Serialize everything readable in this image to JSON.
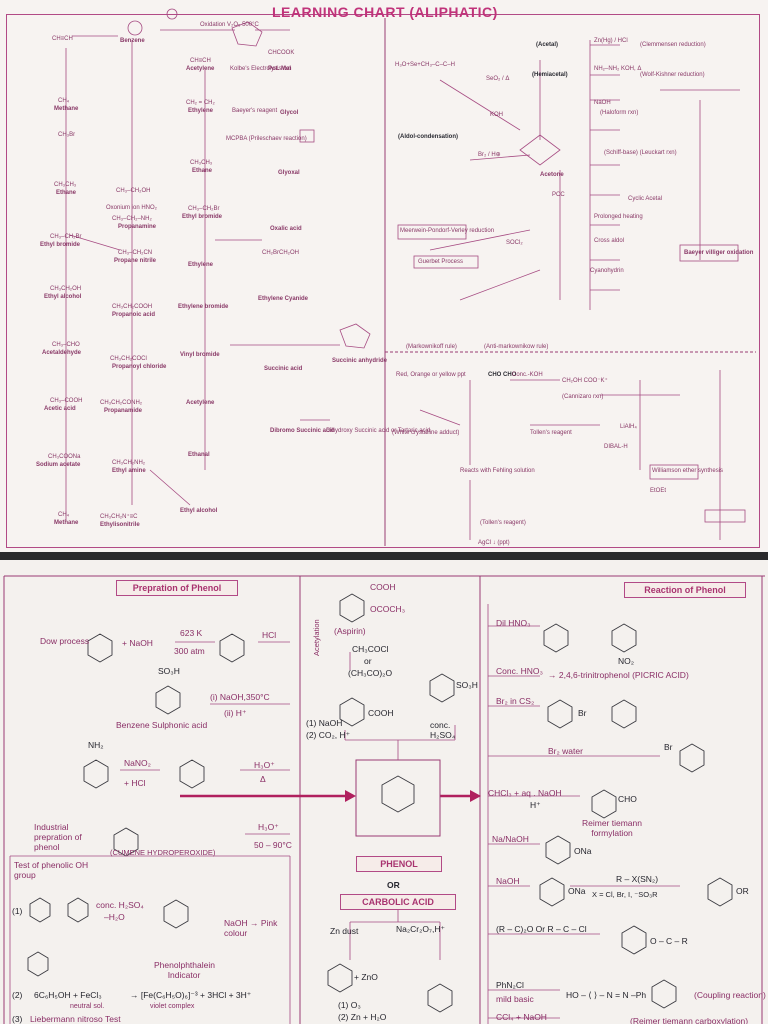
{
  "chart1": {
    "title": "LEARNING CHART (ALIPHATIC)",
    "left_col": [
      "CH≡CH",
      "CH₄",
      "Methane",
      "CH₃Br",
      "CH₃CH₃",
      "Ethane",
      "CH₃–CH₂Br",
      "Ethyl bromide",
      "CH₃CH₂OH",
      "Ethyl alcohol",
      "CH₃–CHO",
      "Acetaldehyde",
      "CH₃–COOH",
      "Acetic acid",
      "CH₃COONa",
      "Sodium acetate",
      "CH₄",
      "Methane"
    ],
    "col2": [
      "Benzene",
      "CH₃–CH₂OH",
      "Oxonium ion HNO₂",
      "CH₃–CH₂–NH₂",
      "Propanamine",
      "CH₃–CH₂CN",
      "Propane nitrile",
      "CH₃CH₂COOH",
      "Propanoic acid",
      "CH₃CH₂COCl",
      "Propanoyl chloride",
      "CH₃CH₂CONH₂",
      "Propanamide",
      "CH₃CH₂NH₂",
      "Ethyl amine",
      "CH₃CH₂N⁺≡C",
      "Ethylisonitrile"
    ],
    "col3": [
      "Oxidation V₂O₅ 500°C",
      "CH≡CH",
      "Acetylene",
      "Kolbe's Electrolysis rxn",
      "CHCOOK",
      "Pot. Mal",
      "CH₂ = CH₂",
      "Ethylene",
      "Baeyer's reagent",
      "Glycol",
      "MCPBA (Prileschaev reaction)",
      "Glyoxal",
      "Oxalic acid",
      "CH₃CH₃",
      "Ethane",
      "CH₃–CH₂Br",
      "Ethyl bromide",
      "Ethylene",
      "Ethylene bromide",
      "CH₂BrCH₂OH",
      "Ethylene Cyanide",
      "Vinyl bromide",
      "Acetylene",
      "Succinic acid",
      "Succinic anhydride",
      "Dibromo Succinic acid",
      "Dihydroxy Succinic acid or Tartaric acid",
      "Ethanal",
      "Ethyl alcohol"
    ],
    "right_top": [
      "H₃O+Se+CH₃–C–C–H",
      "SeO₂ / Δ",
      "(Acetal)",
      "(Hemiacetal)",
      "(Aldol-condensation)",
      "KOH",
      "Br₂ / H⊕",
      "Acetone",
      "PCC",
      "Meerwein-Pondorf-Verley reduction",
      "Guerbet Process",
      "SOCl₂",
      "Zn(Hg) / HCl",
      "(Clemmensen reduction)",
      "NH₂–NH₂ KOH, Δ",
      "(Wolf-Kishner reduction)",
      "NaOH",
      "(Haloform rxn)",
      "(Schiff-base) (Leuckart rxn)",
      "Cyclic Acetal",
      "Prolonged heating",
      "Cross aldol",
      "Cyanohydrin",
      "Baeyer villiger oxidation",
      "(Markownikoff rule)",
      "(Anti-markownikow rule)"
    ],
    "right_bot": [
      "Red, Orange or yellow ppt",
      "CHO CHO",
      "Conc.-KOH",
      "CH₂OH COO⁻K⁺",
      "(Cannizaro rxn)",
      "(White crystalline adduct)",
      "Tollen's reagent",
      "DIBAL-H",
      "Reacts with Fehling solution",
      "(Tollen's reagent)",
      "AgCl ↓ (ppt)",
      "Williamson ether synthesis",
      "LiAlH₄",
      "EtOEt"
    ]
  },
  "chart2": {
    "left_title": "Prepration of Phenol",
    "right_title": "Reaction of Phenol",
    "left_rows": [
      {
        "a": "Dow process",
        "b": "+ NaOH",
        "c": "623 K",
        "d": "300 atm",
        "e": "HCl"
      },
      {
        "a": "SO₃H",
        "b": "Benzene Sulphonic acid",
        "c": "(i) NaOH,350°C",
        "d": "(ii) H⁺"
      },
      {
        "a": "NH₂",
        "b": "NaNO₂",
        "c": "+ HCl",
        "d": "H₃O⁺",
        "e": "Δ"
      },
      {
        "a": "Industrial prepration of phenol",
        "b": "(CUMENE HYDROPEROXIDE)",
        "c": "H₃O⁺",
        "d": "50 – 90°C"
      }
    ],
    "test": {
      "title": "Test of phenolic OH group",
      "items": [
        "(1)",
        "conc. H₂SO₄",
        "–H₂O",
        "Phenolphthalein Indicator",
        "NaOH → Pink colour",
        "(2)",
        "6C₆H₅OH + FeCl₃",
        "→ [Fe(C₆H₅O)₆]⁻³ + 3HCl + 3H⁺",
        "neutral sol.",
        "violet complex",
        "(3)",
        "Liebermann nitroso Test"
      ]
    },
    "center": [
      "(Aspirin)",
      "CH₃COCl",
      "or",
      "(CH₃CO)₂O",
      "Acetylation",
      "COOH",
      "SO₃H",
      "(1) NaOH",
      "(2) CO₂, H⁺",
      "conc. H₂SO₄",
      "PHENOL",
      "OR",
      "CARBOLIC ACID",
      "Zn dust",
      "Na₂Cr₂O₇,H⁺",
      "+ ZnO",
      "(1) O₃",
      "(2) Zn + H₂O",
      "COOH",
      "OCOCH₃"
    ],
    "right_rows": [
      {
        "r": "Dil HNO₃",
        "p": "NO₂"
      },
      {
        "r": "Conc. HNO₃",
        "p": "→ 2,4,6-trinitrophenol (PICRIC ACID)"
      },
      {
        "r": "Br₂ in CS₂",
        "p": "Br"
      },
      {
        "r": "Br₂ water",
        "p": "Br"
      },
      {
        "r": "CHCl₃ + aq . NaOH",
        "p": "Reimer tiemann formylation",
        "q": "H⁺",
        "s": "CHO"
      },
      {
        "r": "Na/NaOH",
        "p": "ONa"
      },
      {
        "r": "NaOH",
        "p": "ONa",
        "q": "R – X(SN₂)",
        "s": "X = Cl, Br, I, ⁻SO₃R",
        "u": "OR"
      },
      {
        "r": "(R – C)₂O Or R – C – Cl",
        "p": "O – C – R"
      },
      {
        "r": "PhN₂Cl",
        "p": "HO – ⟨ ⟩ – N = N –Ph",
        "q": "mild basic",
        "s": "(Coupling reaction)"
      },
      {
        "r": "CCl₄ + NaOH",
        "p": "(Reimer tiemann carboxylation)"
      }
    ]
  },
  "colors": {
    "accent": "#c0337a",
    "ink": "#8a2f66",
    "line": "#a64b82",
    "paper": "#f4f1ee"
  }
}
